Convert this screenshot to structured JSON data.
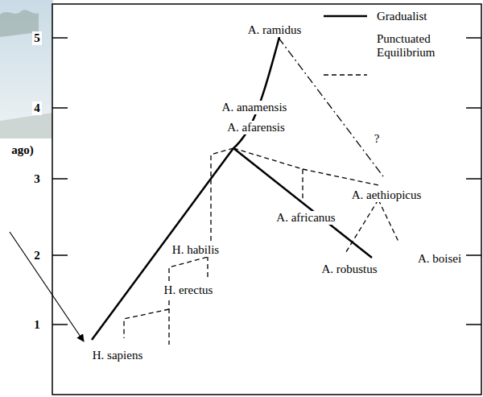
{
  "diagram": {
    "labels": [
      "ago)",
      "5",
      "4",
      "3",
      "2",
      "1",
      "A. ramidus",
      "A. anamensis",
      "A. afarensis",
      "?",
      "A. aethiopicus",
      "A. africanus",
      "H. habilis",
      "A. boisei",
      "A. robustus",
      "H. erectus",
      "H. sapiens"
    ],
    "legend": [
      {
        "text": "Gradualist"
      },
      {
        "text": "Punctuated Equilibrium"
      }
    ]
  }
}
